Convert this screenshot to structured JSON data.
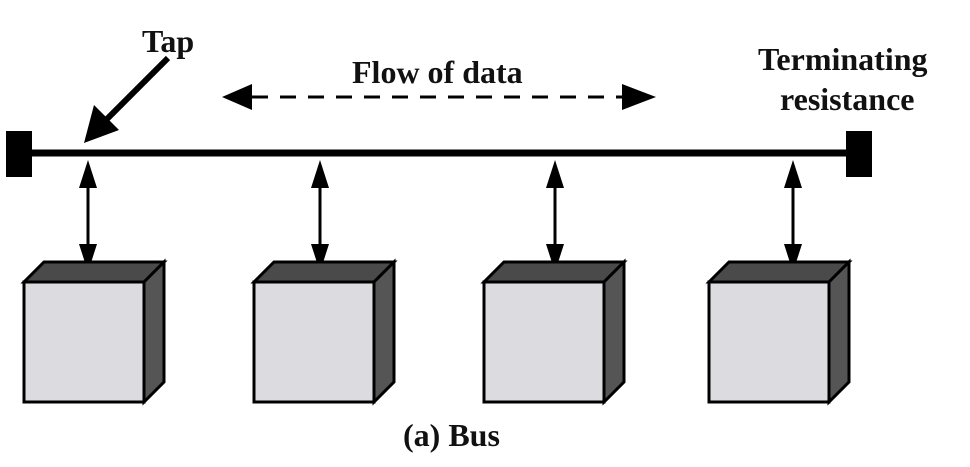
{
  "labels": {
    "tap": "Tap",
    "flow": "Flow of data",
    "terminating_line1": "Terminating",
    "terminating_line2": "resistance",
    "caption": "(a) Bus"
  },
  "stations": [
    {
      "id": "station-1"
    },
    {
      "id": "station-2"
    },
    {
      "id": "station-3"
    },
    {
      "id": "station-4"
    }
  ],
  "colors": {
    "line": "#000000",
    "box_front": "#dcdbe0",
    "box_side": "#555555",
    "box_top": "#4a4a4a"
  }
}
